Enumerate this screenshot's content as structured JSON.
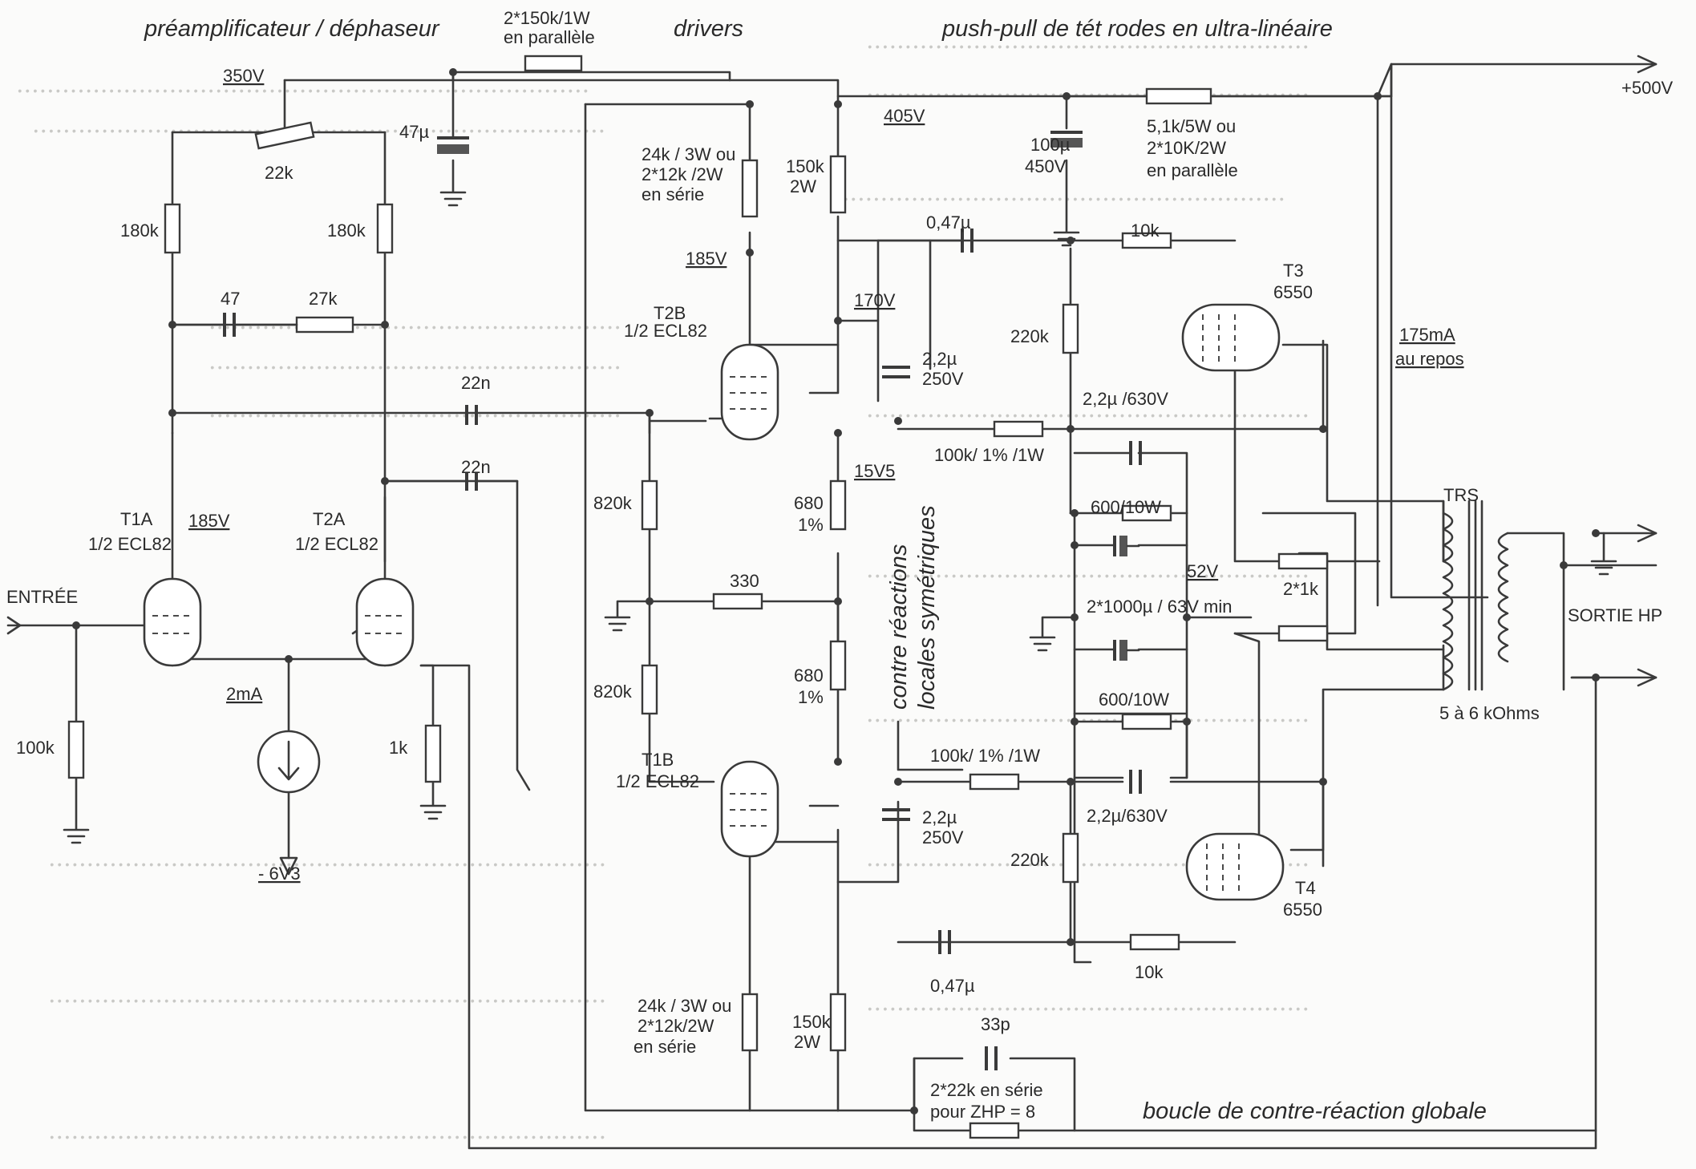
{
  "sections": {
    "preamp": "préamplificateur / déphaseur",
    "drivers": "drivers",
    "pushpull": "push-pull de tét rodes en ultra-linéaire",
    "global_loop": "boucle de contre-réaction globale",
    "local_fb": [
      "contre réactions",
      "locales symétriques"
    ]
  },
  "tubes": {
    "t1a": [
      "T1A",
      "1/2 ECL82"
    ],
    "t2a": [
      "T2A",
      "1/2 ECL82"
    ],
    "t2b": [
      "T2B",
      "1/2 ECL82"
    ],
    "t1b": [
      "T1B",
      "1/2 ECL82"
    ],
    "t3": [
      "T3",
      "6550"
    ],
    "t4": [
      "T4",
      "6550"
    ]
  },
  "voltages": {
    "v350": "350V",
    "v185_top": "185V",
    "v185_pre": "185V",
    "v170": "170V",
    "v405": "405V",
    "v15": "15V5",
    "v52": "52V",
    "i175": "175mA",
    "repos": "au repos",
    "i2": "2mA",
    "v500": "+500V",
    "vneg": "- 6V3"
  },
  "components": {
    "r_150k1w": [
      "2*150k/1W",
      "en parallèle"
    ],
    "c47u": "47µ",
    "pot22k": "22k",
    "r180k_l": "180k",
    "r180k_r": "180k",
    "c47": "47",
    "r27k": "27k",
    "c22n_a": "22n",
    "c22n_b": "22n",
    "r100k_in": "100k",
    "r1k": "1k",
    "r24k_top": [
      "24k / 3W ou",
      "2*12k /2W",
      "en série"
    ],
    "r150k_top": [
      "150k",
      "2W"
    ],
    "r24k_bot": [
      "24k / 3W ou",
      "2*12k/2W",
      "en série"
    ],
    "r150k_bot": [
      "150k",
      "2W"
    ],
    "r820k_a": "820k",
    "r820k_b": "820k",
    "r330": "330",
    "r680_a": [
      "680",
      "1%"
    ],
    "r680_b": [
      "680",
      "1%"
    ],
    "c100u": [
      "100µ",
      "450V"
    ],
    "r51k": [
      "5,1k/5W ou",
      "2*10K/2W",
      "en parallèle"
    ],
    "c047_top": "0,47µ",
    "r10k_top": "10k",
    "r220k_top": "220k",
    "c22_top": [
      "2,2µ",
      "250V"
    ],
    "c22_630_top": "2,2µ /630V",
    "r100k_top": "100k/ 1% /1W",
    "r600_top": "600/10W",
    "c1000": "2*1000µ / 63V min",
    "r600_bot": "600/10W",
    "r100k_bot": "100k/ 1% /1W",
    "c22_bot": [
      "2,2µ",
      "250V"
    ],
    "c22_630_bot": "2,2µ/630V",
    "r220k_bot": "220k",
    "c047_bot": "0,47µ",
    "r10k_bot": "10k",
    "c33p": "33p",
    "r22k_ser": [
      "2*22k en série",
      "pour ZHP = 8"
    ],
    "r2x1k": "2*1k"
  },
  "io": {
    "input": "ENTRÉE",
    "output": "SORTIE HP",
    "trs": "TRS",
    "impedance": "5 à 6 kOhms"
  },
  "colors": {
    "ink": "#3a3a3a",
    "paper": "#fbfbfa",
    "bleed": "#c9c9c6"
  }
}
